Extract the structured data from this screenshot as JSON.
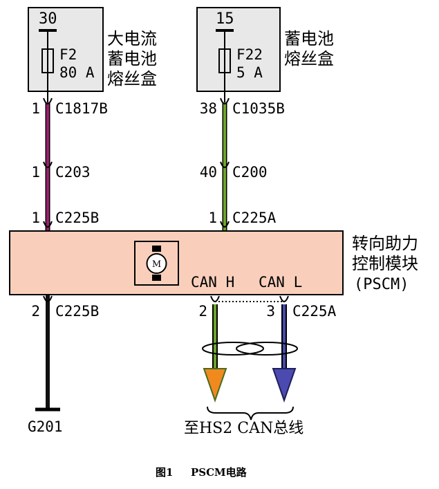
{
  "fuse_box_1": {
    "circuit": "30",
    "fuse_label": "F2",
    "fuse_rating": "80 A",
    "name_line1": "大电流",
    "name_line2": "蓄电池",
    "name_line3": "熔丝盒"
  },
  "fuse_box_2": {
    "circuit": "15",
    "fuse_label": "F22",
    "fuse_rating": "5 A",
    "name_line1": "蓄电池",
    "name_line2": "熔丝盒"
  },
  "connectors": {
    "left_1_pin": "1",
    "left_1_name": "C1817B",
    "left_2_pin": "1",
    "left_2_name": "C203",
    "left_3_pin": "1",
    "left_3_name": "C225B",
    "right_1_pin": "38",
    "right_1_name": "C1035B",
    "right_2_pin": "40",
    "right_2_name": "C200",
    "right_3_pin": "1",
    "right_3_name": "C225A",
    "bottom_left_pin": "2",
    "bottom_left_name": "C225B",
    "can_h_pin": "2",
    "can_l_pin": "3",
    "bottom_right_name": "C225A"
  },
  "module": {
    "name_line1": "转向助力",
    "name_line2": "控制模块",
    "name_line3": "(PSCM)",
    "motor_symbol": "M",
    "can_h_label": "CAN H",
    "can_l_label": "CAN L"
  },
  "ground": {
    "label": "G201"
  },
  "bus_label": "至HS2 CAN总线",
  "caption": {
    "figure": "图1",
    "title": "PSCM电路"
  },
  "colors": {
    "box_fill": "#e8e8e8",
    "module_fill": "#f9cfbc",
    "wire_purple": "#9b1f6f",
    "wire_green": "#6fa52c",
    "wire_ground": "#111111",
    "wire_can_l": "#4a4ab0",
    "arrow_orange": "#f08a1e"
  }
}
